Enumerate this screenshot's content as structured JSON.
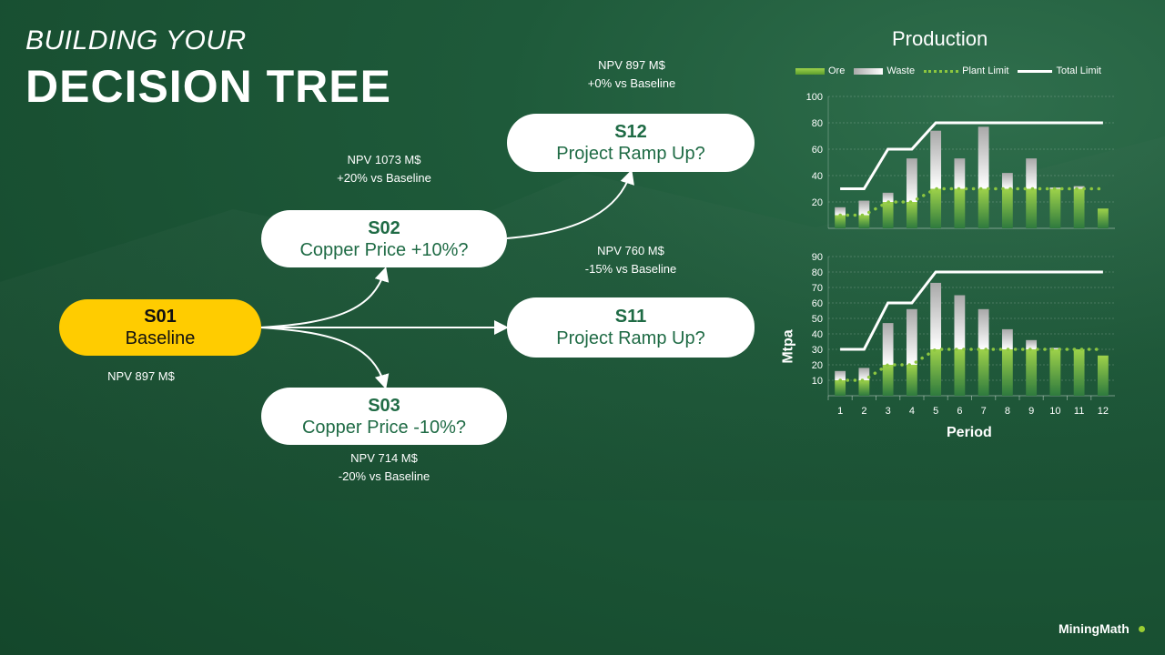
{
  "title": {
    "line1": "BUILDING YOUR",
    "line2": "DECISION TREE"
  },
  "nodes": {
    "s01": {
      "id": "S01",
      "label": "Baseline",
      "npv": "NPV 897 M$"
    },
    "s02": {
      "id": "S02",
      "label": "Copper Price +10%?",
      "npv": "NPV 1073 M$",
      "delta": "+20% vs Baseline"
    },
    "s03": {
      "id": "S03",
      "label": "Copper Price -10%?",
      "npv": "NPV 714 M$",
      "delta": "-20% vs Baseline"
    },
    "s11": {
      "id": "S11",
      "label": "Project Ramp Up?",
      "npv": "NPV 760 M$",
      "delta": "-15% vs Baseline"
    },
    "s12": {
      "id": "S12",
      "label": "Project Ramp Up?",
      "npv": "NPV 897 M$",
      "delta": "+0% vs Baseline"
    }
  },
  "logo": "MiningMath",
  "colors": {
    "ore": "#8cc63f",
    "waste": "#e6e6e6",
    "plant": "#8cc63f",
    "total": "#ffffff",
    "selected": "#ffcc00"
  },
  "chart_data": [
    {
      "type": "bar",
      "title": "Production",
      "stacked": true,
      "categories": [
        "1",
        "2",
        "3",
        "4",
        "5",
        "6",
        "7",
        "8",
        "9",
        "10",
        "11",
        "12"
      ],
      "ylim": [
        0,
        100
      ],
      "yticks": [
        "20",
        "40",
        "60",
        "80",
        "100"
      ],
      "series": [
        {
          "name": "Ore",
          "values": [
            10,
            10,
            20,
            20,
            30,
            30,
            30,
            30,
            30,
            30,
            30,
            15
          ]
        },
        {
          "name": "Waste",
          "values": [
            6,
            11,
            7,
            33,
            44,
            23,
            47,
            12,
            23,
            1,
            2,
            0
          ]
        },
        {
          "name": "Plant Limit",
          "type": "line",
          "values": [
            10,
            10,
            20,
            20,
            30,
            30,
            30,
            30,
            30,
            30,
            30,
            30
          ]
        },
        {
          "name": "Total Limit",
          "type": "line",
          "values": [
            30,
            30,
            60,
            60,
            80,
            80,
            80,
            80,
            80,
            80,
            80,
            80
          ]
        }
      ]
    },
    {
      "type": "bar",
      "stacked": true,
      "xlabel": "Period",
      "ylabel": "Mtpa",
      "categories": [
        "1",
        "2",
        "3",
        "4",
        "5",
        "6",
        "7",
        "8",
        "9",
        "10",
        "11",
        "12"
      ],
      "ylim": [
        0,
        90
      ],
      "yticks": [
        "10",
        "20",
        "30",
        "40",
        "50",
        "60",
        "70",
        "80",
        "90"
      ],
      "series": [
        {
          "name": "Ore",
          "values": [
            10,
            10,
            20,
            20,
            30,
            30,
            30,
            30,
            30,
            30,
            30,
            26
          ]
        },
        {
          "name": "Waste",
          "values": [
            6,
            8,
            27,
            36,
            43,
            35,
            26,
            13,
            6,
            1,
            0,
            0
          ]
        },
        {
          "name": "Plant Limit",
          "type": "line",
          "values": [
            10,
            10,
            20,
            20,
            30,
            30,
            30,
            30,
            30,
            30,
            30,
            30
          ]
        },
        {
          "name": "Total Limit",
          "type": "line",
          "values": [
            30,
            30,
            60,
            60,
            80,
            80,
            80,
            80,
            80,
            80,
            80,
            80
          ]
        }
      ]
    }
  ]
}
